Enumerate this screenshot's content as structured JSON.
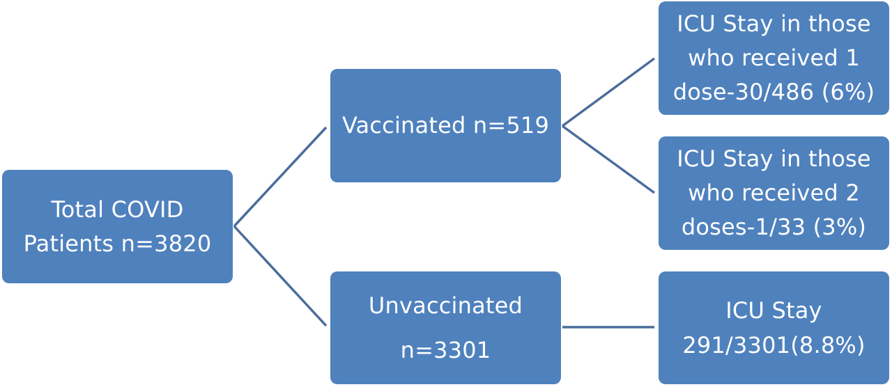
{
  "nodes": {
    "total": {
      "lines": [
        "Total COVID",
        "Patients n=3820"
      ]
    },
    "vaccinated": {
      "lines": [
        "Vaccinated n=519"
      ]
    },
    "unvaccinated": {
      "lines": [
        "Unvaccinated",
        "n=3301"
      ]
    },
    "icu_one_dose": {
      "lines": [
        "ICU Stay in those",
        "who received 1",
        "dose-30/486 (6%)"
      ]
    },
    "icu_two_doses": {
      "lines": [
        "ICU Stay in those",
        "who received 2",
        "doses-1/33 (3%)"
      ]
    },
    "icu_unvaccinated": {
      "lines": [
        "ICU Stay",
        "291/3301(8.8%)"
      ]
    }
  },
  "colors": {
    "node_fill": "#4f81bd",
    "connector": "#4a6d9a",
    "text": "#ffffff"
  }
}
